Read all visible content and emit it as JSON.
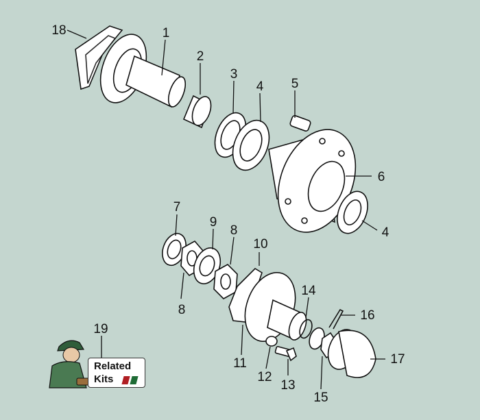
{
  "callouts": [
    {
      "id": "18",
      "text": "18"
    },
    {
      "id": "1",
      "text": "1"
    },
    {
      "id": "2",
      "text": "2"
    },
    {
      "id": "3",
      "text": "3"
    },
    {
      "id": "4a",
      "text": "4"
    },
    {
      "id": "5",
      "text": "5"
    },
    {
      "id": "6",
      "text": "6"
    },
    {
      "id": "4b",
      "text": "4"
    },
    {
      "id": "7",
      "text": "7"
    },
    {
      "id": "9",
      "text": "9"
    },
    {
      "id": "8a",
      "text": "8"
    },
    {
      "id": "10",
      "text": "10"
    },
    {
      "id": "8b",
      "text": "8"
    },
    {
      "id": "14",
      "text": "14"
    },
    {
      "id": "16",
      "text": "16"
    },
    {
      "id": "19",
      "text": "19"
    },
    {
      "id": "17",
      "text": "17"
    },
    {
      "id": "11",
      "text": "11"
    },
    {
      "id": "12",
      "text": "12"
    },
    {
      "id": "13",
      "text": "13"
    },
    {
      "id": "15",
      "text": "15"
    }
  ],
  "related_kits": {
    "line1": "Related",
    "line2": "Kits",
    "flag_colors": [
      "#b01e23",
      "#1e6b35"
    ]
  },
  "colors": {
    "background": "#c4d6cf",
    "ink": "#111111",
    "part_fill": "#ffffff"
  }
}
